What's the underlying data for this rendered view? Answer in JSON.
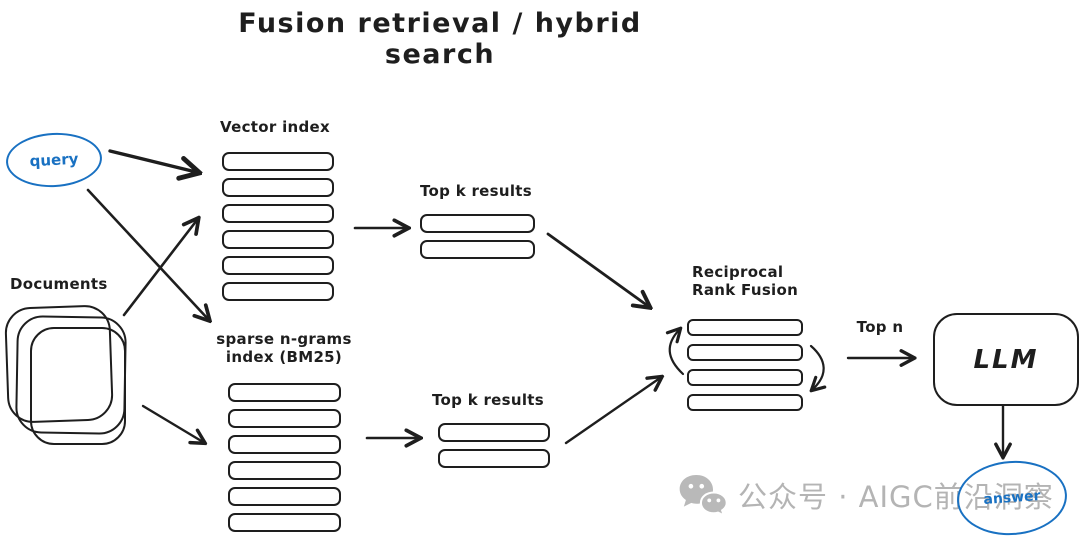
{
  "title": "Fusion retrieval / hybrid search",
  "colors": {
    "ink": "#1e1e1e",
    "accent_blue": "#1971c2",
    "watermark_gray": "#b4b4b4"
  },
  "nodes": {
    "query": {
      "label": "query"
    },
    "documents": {
      "label": "Documents",
      "sheet_count": 3
    },
    "vector_index": {
      "label": "Vector index",
      "bar_count": 6
    },
    "sparse_index": {
      "label_line1": "sparse n-grams",
      "label_line2": "index (BM25)",
      "bar_count": 6
    },
    "top_k_vector": {
      "label": "Top k results",
      "bar_count": 2
    },
    "top_k_sparse": {
      "label": "Top k results",
      "bar_count": 2
    },
    "rrf": {
      "label_line1": "Reciprocal",
      "label_line2": "Rank Fusion",
      "bar_count": 4
    },
    "llm": {
      "label": "LLM"
    },
    "answer": {
      "label": "answer"
    }
  },
  "edges": {
    "top_n_label": "Top n"
  },
  "watermark": {
    "icon": "wechat-icon",
    "text": "公众号 · AIGC前沿洞察"
  }
}
